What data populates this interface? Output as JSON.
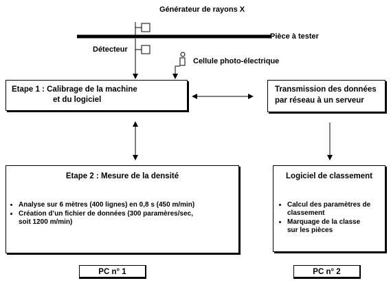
{
  "labels": {
    "xray_generator": "Générateur de rayons X",
    "part_to_test": "Pièce à tester",
    "detector": "Détecteur",
    "photocell": "Cellule photo-électrique"
  },
  "step1": {
    "line1": "Etape 1 : Calibrage de la machine",
    "line2": "et du logiciel"
  },
  "transmission": {
    "line1": "Transmission des données",
    "line2": "par réseau à un serveur"
  },
  "step2": {
    "title": "Etape 2 : Mesure de la densité",
    "bullets": [
      "Analyse sur 6 mètres (400 lignes) en 0,8 s (450 m/min)",
      "Création d’un fichier de données (300 paramères/sec, soit 1200 m/min)"
    ]
  },
  "classification": {
    "title": "Logiciel de classement",
    "bullets": [
      "Calcul des paramètres de classement",
      "Marquage de la classe sur les pièces"
    ]
  },
  "pc1": "PC n° 1",
  "pc2": "PC n° 2"
}
